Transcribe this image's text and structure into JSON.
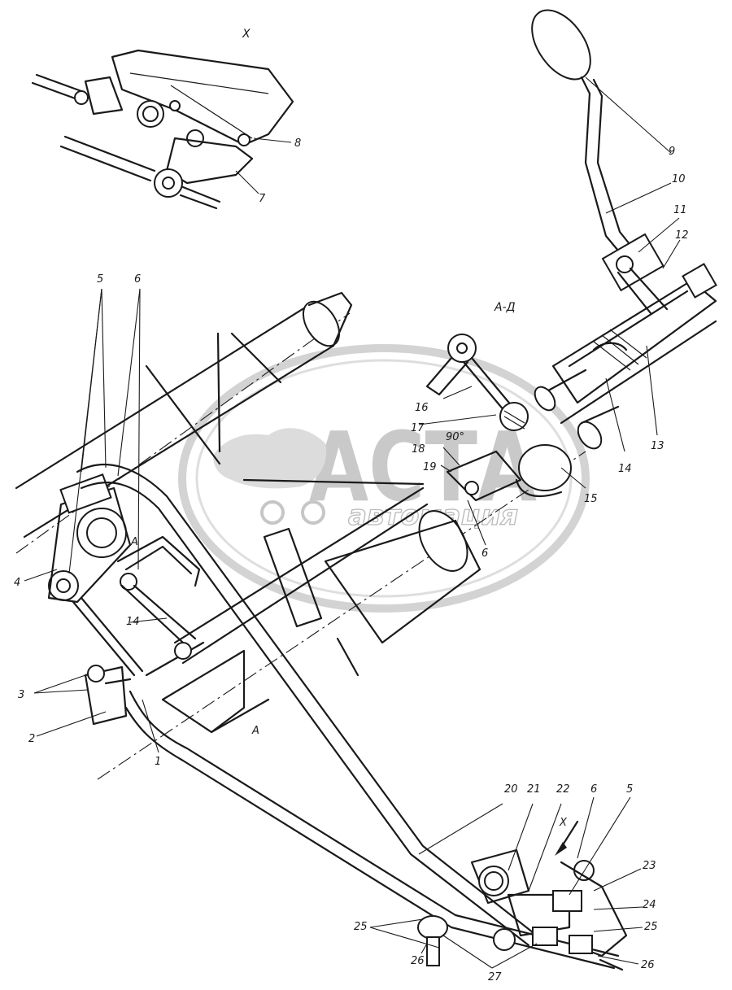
{
  "view_label": "X",
  "section_label": "А-Д",
  "angle_label": "90°",
  "section_marks": [
    "А",
    "А"
  ],
  "watermark": {
    "title": "АСТА",
    "subtitle": "автомация"
  },
  "callouts": [
    "1",
    "2",
    "3",
    "4",
    "5",
    "6",
    "7",
    "8",
    "9",
    "10",
    "11",
    "12",
    "13",
    "14",
    "15",
    "16",
    "17",
    "18",
    "19",
    "20",
    "21",
    "22",
    "23",
    "24",
    "25",
    "26",
    "27"
  ],
  "callout_instances": [
    "5",
    "6",
    "4",
    "3",
    "2",
    "1",
    "14",
    "А",
    "А",
    "7",
    "8",
    "9",
    "10",
    "11",
    "12",
    "13",
    "14",
    "15",
    "16",
    "17",
    "18",
    "19",
    "6",
    "20",
    "21",
    "22",
    "6",
    "5",
    "23",
    "24",
    "25",
    "25",
    "26",
    "26",
    "27",
    "X"
  ]
}
